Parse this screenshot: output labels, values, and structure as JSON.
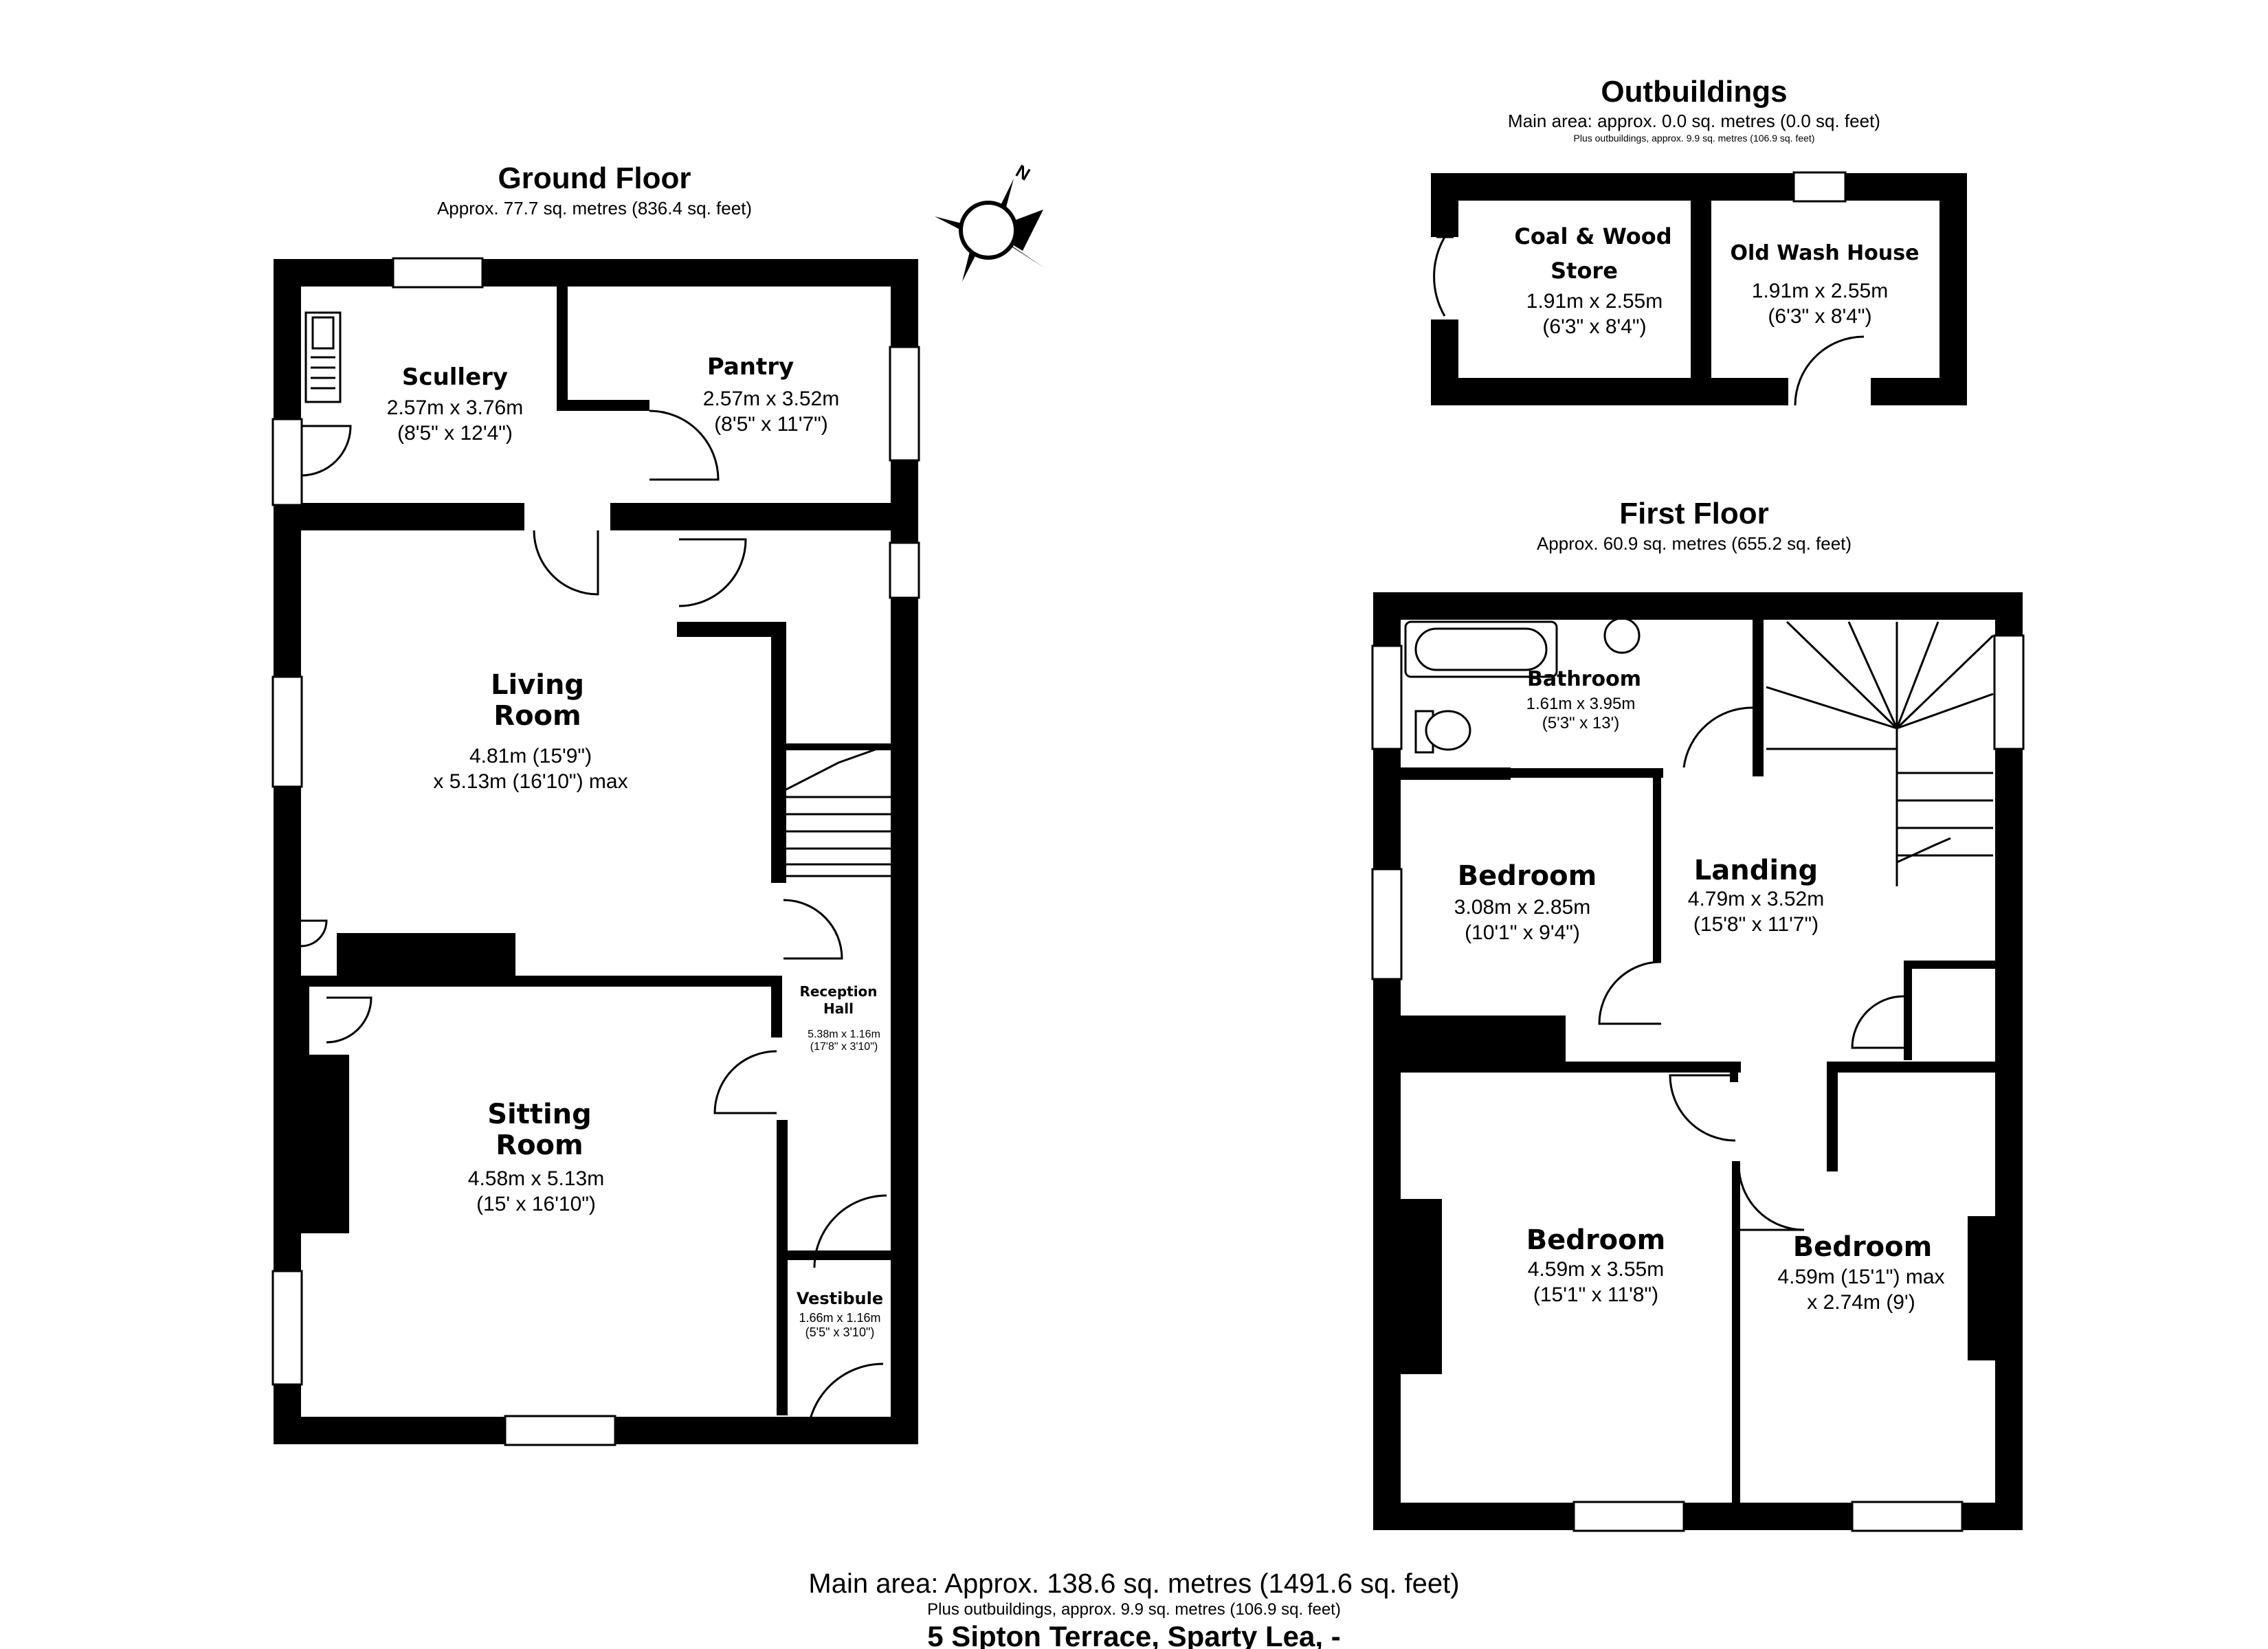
{
  "ground_floor": {
    "title": "Ground Floor",
    "area": "Approx. 77.7 sq. metres (836.4 sq. feet)",
    "rooms": {
      "scullery": {
        "name": "Scullery",
        "dim1": "2.57m x 3.76m",
        "dim2": "(8'5\" x 12'4\")"
      },
      "pantry": {
        "name": "Pantry",
        "dim1": "2.57m x 3.52m",
        "dim2": "(8'5\" x 11'7\")"
      },
      "living_room": {
        "name1": "Living",
        "name2": "Room",
        "dim1": "4.81m (15'9\")",
        "dim2": "x 5.13m (16'10\") max"
      },
      "reception_hall": {
        "name1": "Reception",
        "name2": "Hall",
        "dim1": "5.38m x 1.16m",
        "dim2": "(17'8\" x 3'10\")"
      },
      "sitting_room": {
        "name1": "Sitting",
        "name2": "Room",
        "dim1": "4.58m x 5.13m",
        "dim2": "(15' x 16'10\")"
      },
      "vestibule": {
        "name": "Vestibule",
        "dim1": "1.66m x 1.16m",
        "dim2": "(5'5\" x 3'10\")"
      }
    }
  },
  "outbuildings": {
    "title": "Outbuildings",
    "area": "Main area: approx. 0.0 sq. metres (0.0 sq. feet)",
    "area_sub": "Plus outbuildings, approx. 9.9 sq. metres (106.9 sq. feet)",
    "rooms": {
      "coal_store": {
        "name1": "Coal & Wood",
        "name2": "Store",
        "dim1": "1.91m x 2.55m",
        "dim2": "(6'3\" x 8'4\")"
      },
      "wash_house": {
        "name": "Old Wash House",
        "dim1": "1.91m x 2.55m",
        "dim2": "(6'3\" x 8'4\")"
      }
    }
  },
  "first_floor": {
    "title": "First Floor",
    "area": "Approx. 60.9 sq. metres (655.2 sq. feet)",
    "rooms": {
      "bathroom": {
        "name": "Bathroom",
        "dim1": "1.61m x 3.95m",
        "dim2": "(5'3\" x 13')"
      },
      "landing": {
        "name": "Landing",
        "dim1": "4.79m x 3.52m",
        "dim2": "(15'8\" x 11'7\")"
      },
      "bedroom1": {
        "name": "Bedroom",
        "dim1": "3.08m x 2.85m",
        "dim2": "(10'1\" x 9'4\")"
      },
      "bedroom2": {
        "name": "Bedroom",
        "dim1": "4.59m x 3.55m",
        "dim2": "(15'1\" x 11'8\")"
      },
      "bedroom3": {
        "name": "Bedroom",
        "dim1": "4.59m (15'1\") max",
        "dim2": "x 2.74m (9')"
      }
    }
  },
  "compass": {
    "label": "N",
    "icon": "compass-icon"
  },
  "footer": {
    "main_area": "Main area: Approx. 138.6 sq. metres (1491.6 sq. feet)",
    "outbuildings_area": "Plus outbuildings, approx. 9.9 sq. metres (106.9 sq. feet)",
    "address": "5 Sipton Terrace, Sparty Lea, -"
  }
}
